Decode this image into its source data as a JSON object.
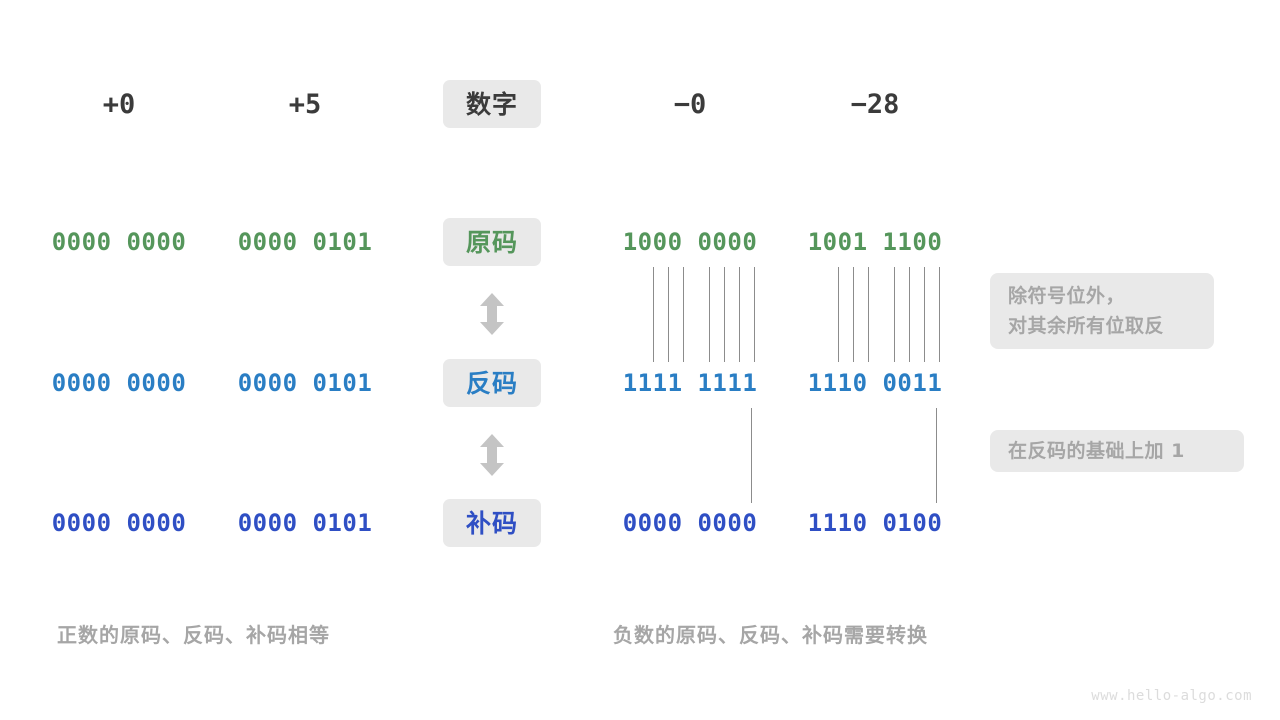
{
  "watermark": "www.hello-algo.com",
  "header": {
    "columns": [
      {
        "label": "+0",
        "kind": "plain"
      },
      {
        "label": "+5",
        "kind": "plain"
      },
      {
        "label": "数字",
        "kind": "chip"
      },
      {
        "label": "−0",
        "kind": "plain"
      },
      {
        "label": "−28",
        "kind": "plain"
      }
    ]
  },
  "rows": [
    {
      "name": "原码",
      "label": "原码",
      "color": "#55965b",
      "values": [
        "0000 0000",
        "0000 0101",
        "1000 0000",
        "1001 1100"
      ]
    },
    {
      "name": "反码",
      "label": "反码",
      "color": "#2a7ec4",
      "values": [
        "0000 0000",
        "0000 0101",
        "1111 1111",
        "1110 0011"
      ]
    },
    {
      "name": "补码",
      "label": "补码",
      "color": "#2f4fc4",
      "values": [
        "0000 0000",
        "0000 0101",
        "0000 0000",
        "1110 0100"
      ]
    }
  ],
  "notes": [
    {
      "id": "invert",
      "lines": [
        "除符号位外，",
        "对其余所有位取反"
      ]
    },
    {
      "id": "plus-one",
      "lines": [
        "在反码的基础上加  1"
      ]
    }
  ],
  "captions": {
    "left": "正数的原码、反码、补码相等",
    "right": "负数的原码、反码、补码需要转换"
  },
  "colors": {
    "chip_background": "#e9e9e9",
    "note_background": "#e9e9e9",
    "note_text": "#a6a6a6",
    "header_text": "#3b3b3b",
    "connector": "#8c8c8c",
    "arrow": "#c4c4c4",
    "sign_magnitude": "#55965b",
    "ones_complement": "#2a7ec4",
    "twos_complement": "#2f4fc4"
  }
}
